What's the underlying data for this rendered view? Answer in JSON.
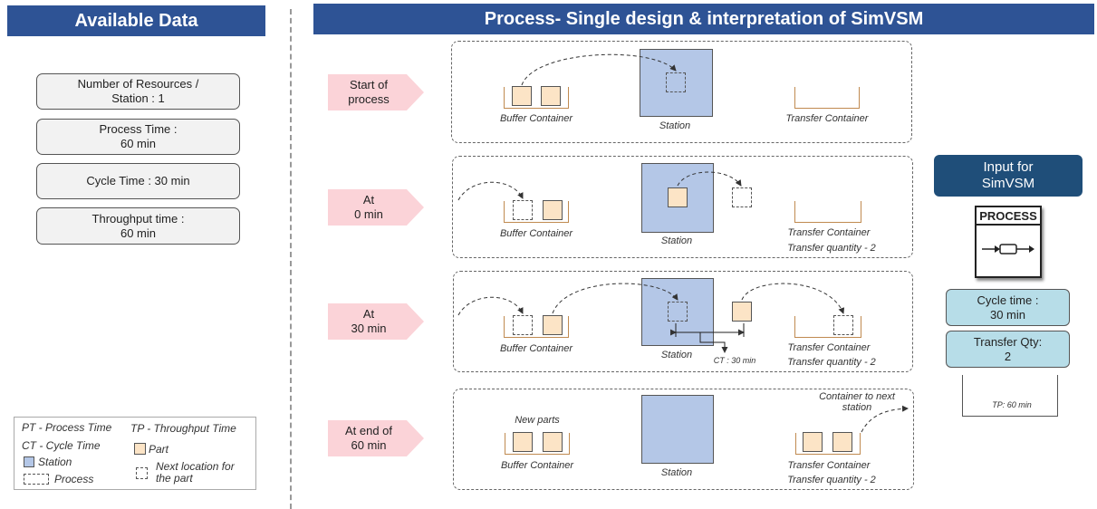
{
  "header": {
    "left_title": "Available Data",
    "main_title": "Process- Single design & interpretation of SimVSM"
  },
  "available_data": [
    "Number  of Resources /\nStation : 1",
    "Process Time  :\n60 min",
    "Cycle Time  : 30 min",
    "Throughput  time  :\n60 min"
  ],
  "legend": {
    "pt": "PT - Process Time",
    "tp": "TP - Throughput Time",
    "ct": "CT - Cycle Time",
    "part": "Part",
    "station": "Station",
    "next_location": "Next location for\nthe part",
    "process": "Process"
  },
  "steps": [
    {
      "tag": "Start of\nprocess",
      "buffer_label": "Buffer Container",
      "station_label": "Station",
      "transfer_label": "Transfer Container"
    },
    {
      "tag": "At\n0 min",
      "buffer_label": "Buffer Container",
      "station_label": "Station",
      "transfer_label": "Transfer Container",
      "transfer_qty": "Transfer quantity - 2"
    },
    {
      "tag": "At\n30 min",
      "buffer_label": "Buffer Container",
      "station_label": "Station",
      "transfer_label": "Transfer Container",
      "transfer_qty": "Transfer quantity - 2",
      "ct_label": "CT : 30 min"
    },
    {
      "tag": "At end of\n60 min",
      "new_parts": "New parts",
      "buffer_label": "Buffer Container",
      "station_label": "Station",
      "transfer_label": "Transfer Container",
      "transfer_qty": "Transfer quantity - 2",
      "container_note": "Container to next\nstation"
    }
  ],
  "simvsm": {
    "input_title": "Input for\nSimVSM",
    "process_icon_label": "PROCESS",
    "cycle_time": "Cycle time  :\n30 min",
    "transfer_qty": "Transfer Qty:\n2",
    "tp_label": "TP: 60 min"
  },
  "colors": {
    "header_blue": "#2e5395",
    "station_fill": "#b4c7e7",
    "part_fill": "#fce4c6",
    "tag_pink": "#fbd3d8",
    "input_navy": "#1f4e79",
    "teal_fill": "#b7dde8"
  }
}
